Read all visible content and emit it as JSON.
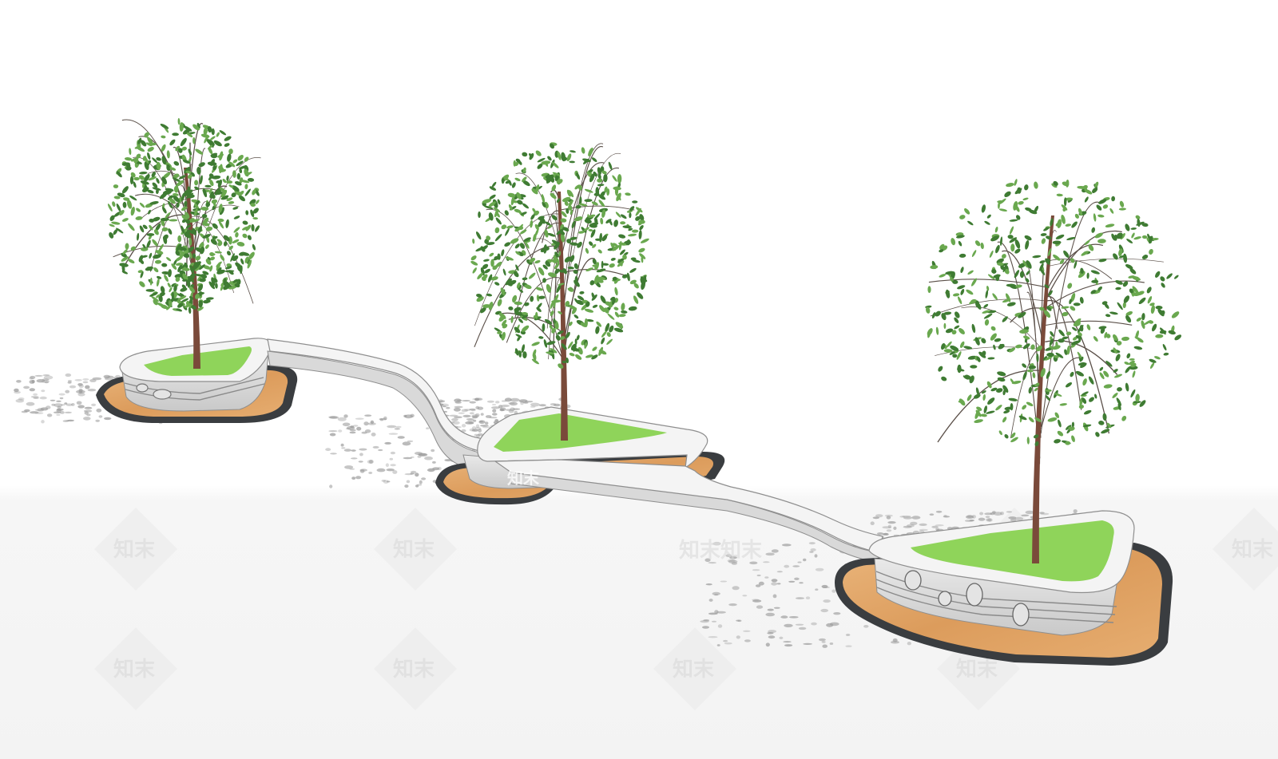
{
  "scene": {
    "subject": "landscape planter bench",
    "colors": {
      "background": "#ffffff",
      "ground_lower": "#f6f6f6",
      "bench": "#f4f4f4",
      "bench_side": "#d7d7d7",
      "bench_edge": "#8e8e8e",
      "grass": "#8fd45a",
      "grass_dark": "#6fbf3c",
      "wood": "#e2a565",
      "wood_dark": "#c98a48",
      "curb": "#3a3d40",
      "trunk": "#7a4a3a",
      "leaf": "#3f7b33",
      "leaf_light": "#6aa84f",
      "shadow": "#9a9a9a"
    }
  },
  "watermark": {
    "text": "知末",
    "overlay_text": "知末知末",
    "overlay_text_2": "知末"
  }
}
